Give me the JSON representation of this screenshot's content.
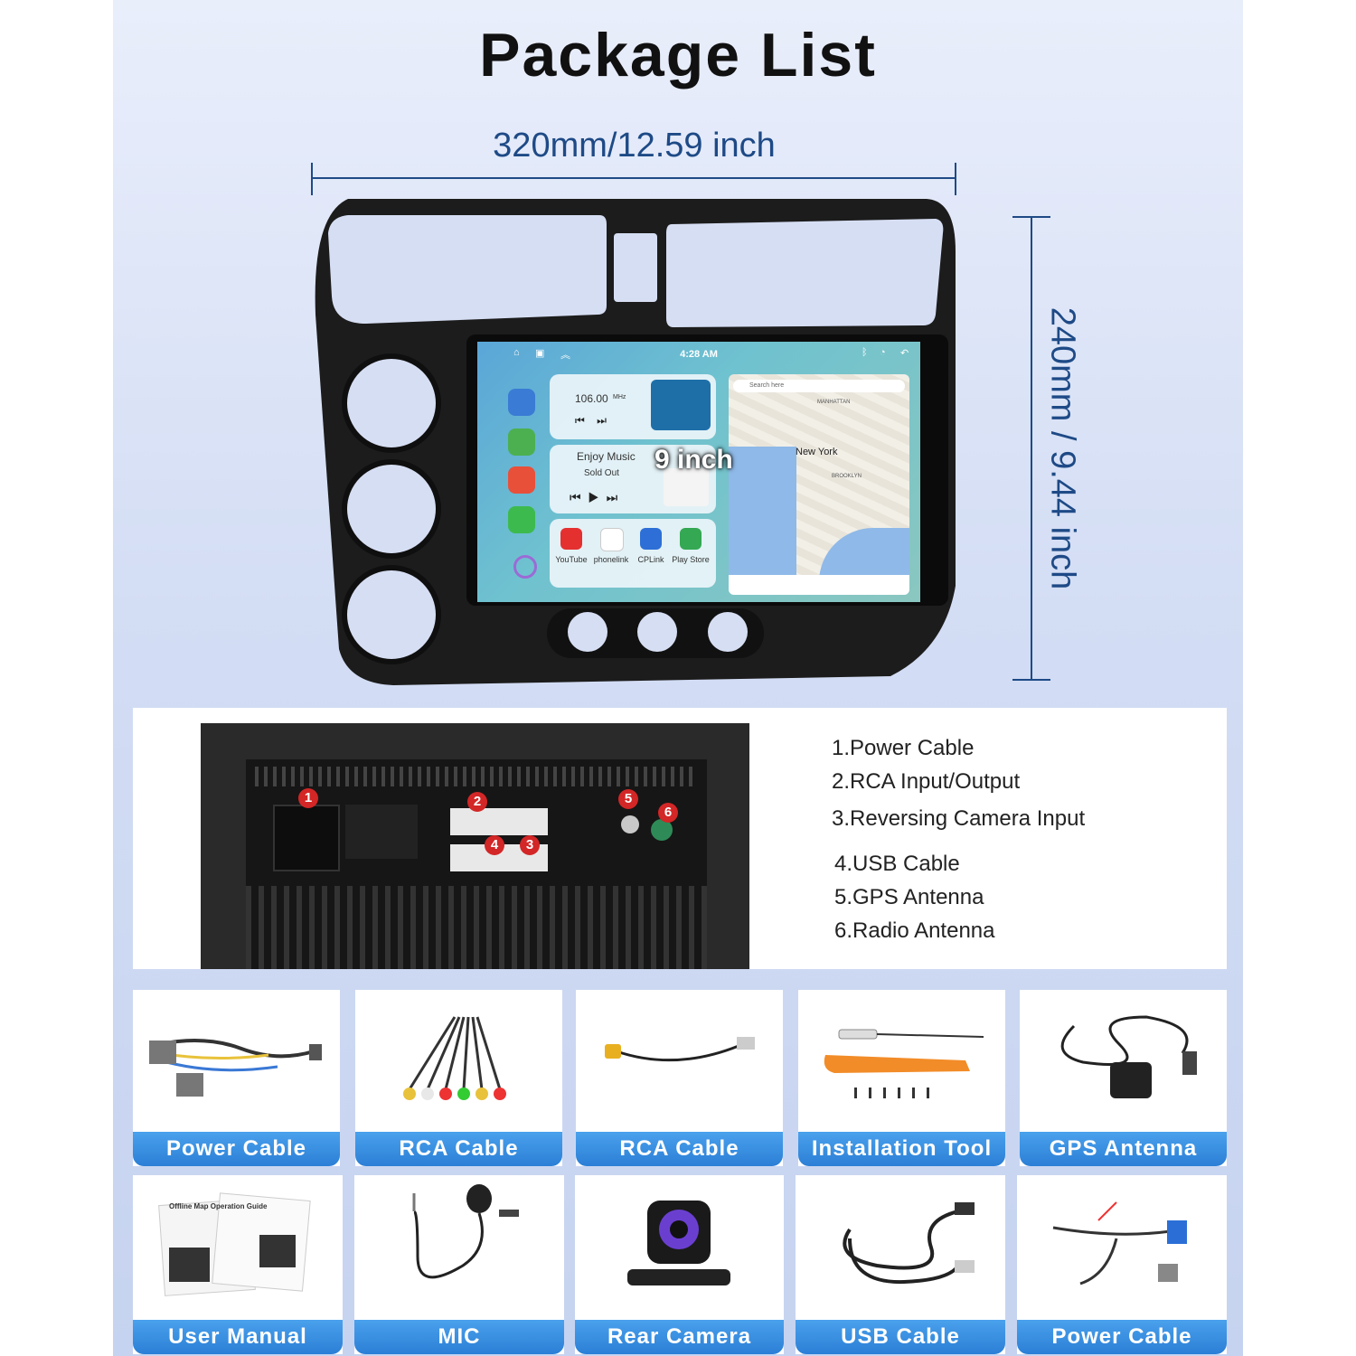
{
  "title": "Package List",
  "dimensions": {
    "width_label": "320mm/12.59 inch",
    "height_label": "240mm / 9.44 inch"
  },
  "screen": {
    "time": "4:28 AM",
    "radio_freq": "106.00",
    "radio_unit": "MHz",
    "music_title": "Enjoy Music",
    "music_artist": "Sold Out",
    "size_badge": "9 inch",
    "map_search": "Search here",
    "map_city": "New York",
    "map_area1": "MANHATTAN",
    "map_area2": "BROOKLYN",
    "apps": [
      "YouTube",
      "phonelink",
      "CPLink",
      "Play Store"
    ]
  },
  "ports_list": [
    "1.Power Cable",
    "2.RCA Input/Output",
    "3.Reversing Camera Input",
    "4.USB Cable",
    "5.GPS Antenna",
    "6.Radio Antenna"
  ],
  "callouts": [
    "1",
    "2",
    "3",
    "4",
    "5",
    "6"
  ],
  "items_row1": [
    "Power Cable",
    "RCA Cable",
    "RCA Cable",
    "Installation Tool",
    "GPS Antenna"
  ],
  "items_row2": [
    "User Manual",
    "MIC",
    "Rear Camera",
    "USB Cable",
    "Power Cable"
  ],
  "manual_heading": "Offline Map Operation Guide",
  "colors": {
    "accent_blue": "#2b7fd6",
    "dimension_blue": "#1e4a86",
    "callout_red": "#d32626"
  }
}
